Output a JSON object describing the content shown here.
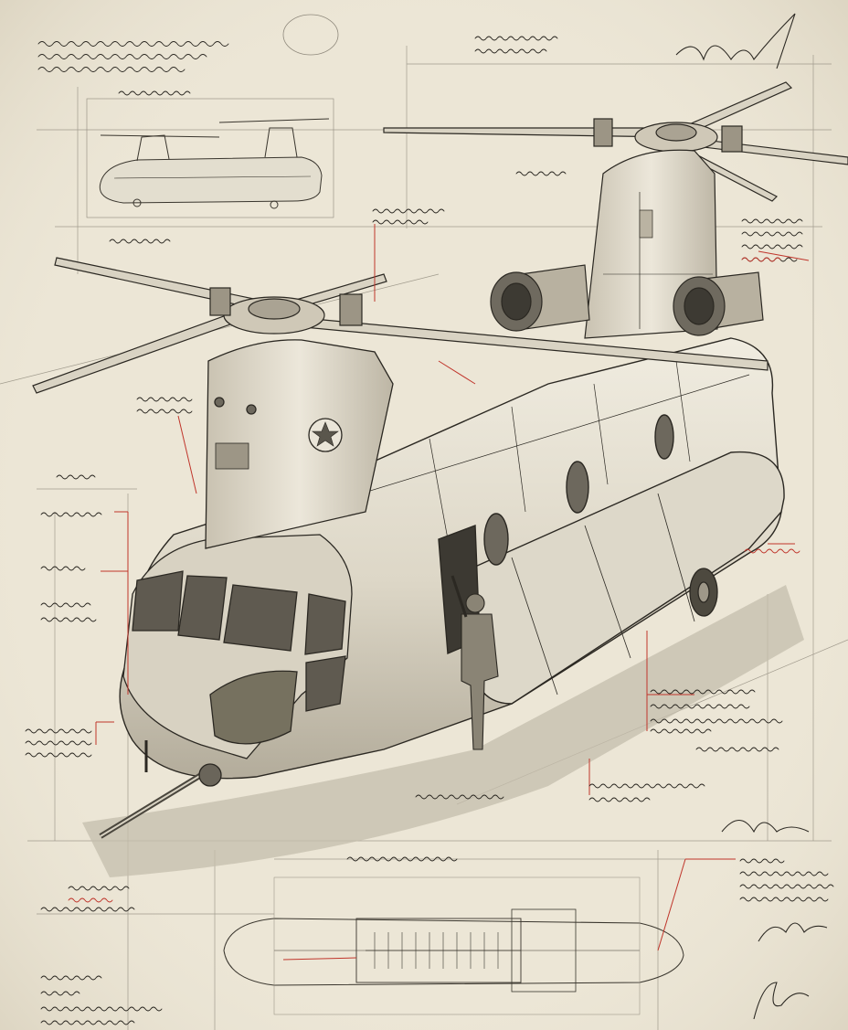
{
  "colors": {
    "paper": "#ece6d6",
    "ink": "#2b2822",
    "pencil": "#8f897c",
    "fuselage": "#e1dccd",
    "shadow": "#b9b2a2",
    "accent_red": "#c0352b"
  },
  "icons": {
    "signatures": [
      "signature-top-right",
      "signature-mid-right",
      "signature-lower-right",
      "signature-bottom-right"
    ]
  }
}
